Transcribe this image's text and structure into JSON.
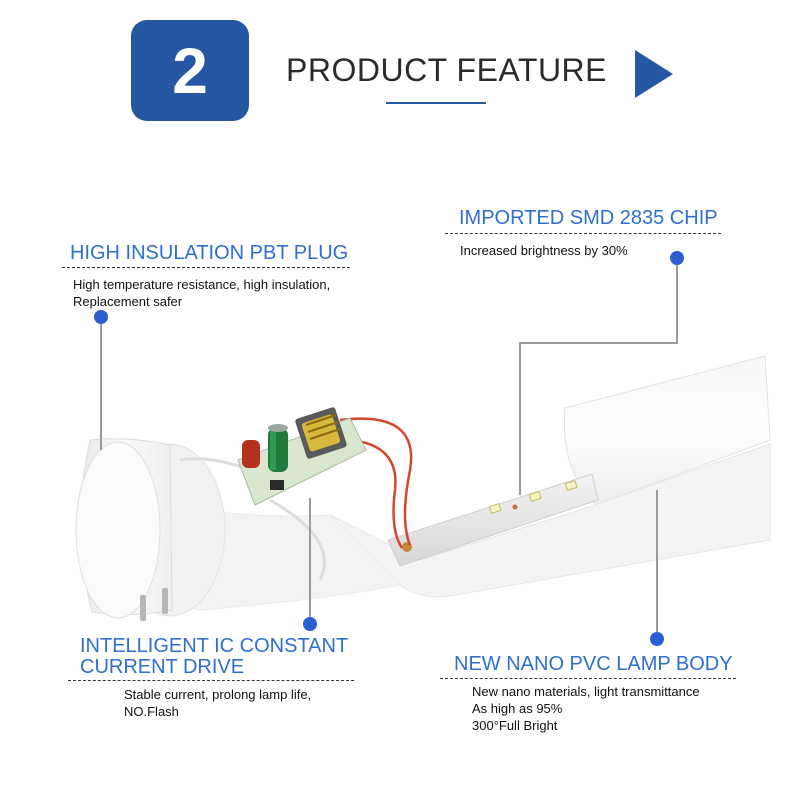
{
  "header": {
    "number": "2",
    "title": "PRODUCT FEATURE",
    "arrow_icon": "play-arrow-icon",
    "accent_color": "#2557a3"
  },
  "features": {
    "chip": {
      "title": "IMPORTED SMD 2835 CHIP",
      "desc": [
        "Increased brightness by 30%"
      ]
    },
    "plug": {
      "title": "HIGH INSULATION PBT PLUG",
      "desc": [
        "High temperature resistance, high insulation,",
        "Replacement safer"
      ]
    },
    "driver": {
      "title": [
        "INTELLIGENT IC CONSTANT",
        "CURRENT DRIVE"
      ],
      "desc": [
        "Stable current, prolong lamp life,",
        "NO.Flash"
      ]
    },
    "body": {
      "title": "NEW NANO PVC LAMP BODY",
      "desc": [
        "New nano materials, light transmittance",
        "As high as 95%",
        "300°Full Bright"
      ]
    }
  },
  "colors": {
    "feature_title": "#2f6fcf",
    "dot": "#2b5fd0",
    "leader_line": "#9a9a9a"
  }
}
